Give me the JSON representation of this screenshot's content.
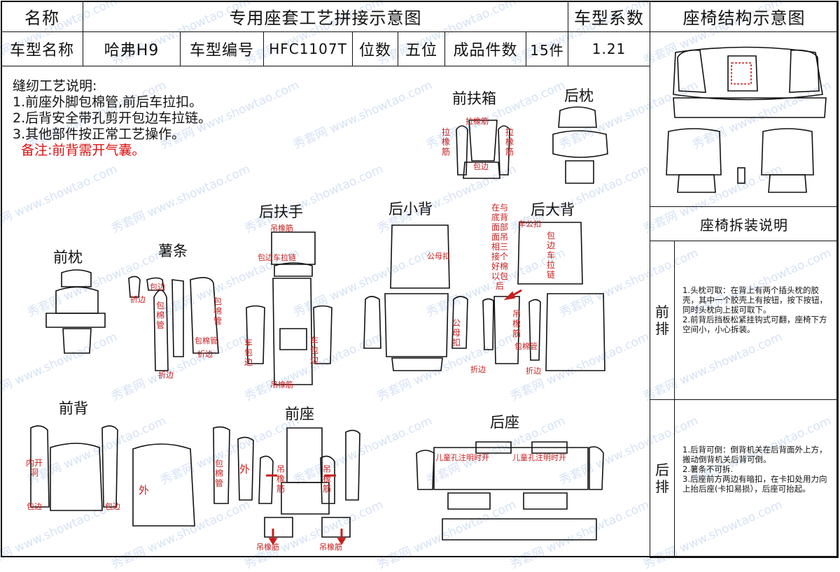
{
  "header": {
    "name_label": "名称",
    "title": "专用座套工艺拼接示意图",
    "coef_label": "车型系数",
    "structure_label": "座椅结构示意图"
  },
  "info": {
    "model_name_label": "车型名称",
    "model_name": "哈弗H9",
    "model_code_label": "车型编号",
    "model_code": "HFC1107T",
    "seats_label": "位数",
    "seats": "五位",
    "pieces_label": "成品件数",
    "pieces": "15件",
    "coef": "1.21"
  },
  "notes": {
    "title": "缝纫工艺说明:",
    "items": [
      "1.前座外脚包棉管,前后车拉扣。",
      "2.后背安全带孔剪开包边车拉链。",
      "3.其他部件按正常工艺操作。"
    ],
    "remark": "备注:前背需开气囊。"
  },
  "sections": {
    "front_armbox": "前扶箱",
    "rear_pillow": "后枕",
    "rear_armrest": "后扶手",
    "rear_small_back": "后小背",
    "rear_big_back": "后大背",
    "front_pillow": "前枕",
    "strip": "薯条",
    "front_back": "前背",
    "front_seat": "前座",
    "rear_seat": "后座"
  },
  "labels": {
    "pull_elastic": "拉橡筋",
    "pull_elastic_v": "拉橡筋",
    "wrap_edge": "包边",
    "hang_elastic": "吊橡筋",
    "wrap_edge_zipper": "包边车拉链",
    "male_female_buckle": "公母扣",
    "car_buckle": "车公扣",
    "wrap_edge_zipper_v": "包边车拉链",
    "connect_note": "在与底背面部面吊相三接个好棉以包后",
    "fold_edge": "折边",
    "wrap_cotton_tube": "包棉管",
    "wrap_cotton_tube_v": "包棉管",
    "car_wrap_edge": "车包边",
    "inner_open_hole": "内开洞",
    "outer": "外",
    "child_hole": "儿童孔注明时开"
  },
  "panel": {
    "disassembly_title": "座椅拆装说明",
    "front_row": "前排",
    "front_desc": "1.头枕可取：在背上有两个插头枕的胶壳，其中一个胶壳上有按钮，按下按钮，同时头枕向上拔可取下。\n2.前背后挡板松紧挂钩式可翻，座椅下方空间小，小心拆装。",
    "rear_row": "后排",
    "rear_desc": "1.后背可倒：倒背机关在后背面外上方，搬动倒背机关后背可倒。\n2.薯条不可拆.\n3.后座前方两边有暗扣，在卡扣处用力向上抬后座(卡扣易损），后座可抬起。"
  },
  "watermark": {
    "cn": "秀套网",
    "en": "www.showtao.com"
  },
  "colors": {
    "red_label": "#c81d1d",
    "line": "#111111",
    "watermark": "#c9d9f2"
  }
}
